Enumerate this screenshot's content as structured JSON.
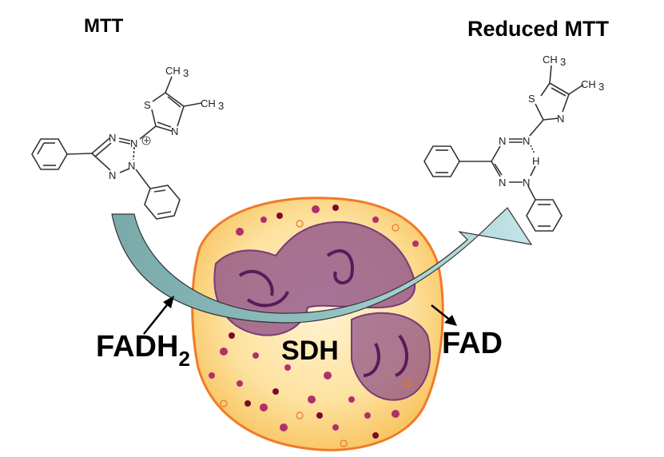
{
  "title_left": "MTT",
  "title_right": "Reduced MTT",
  "labels": {
    "fadh2_main": "FADH",
    "fadh2_sub": "2",
    "sdh": "SDH",
    "fad": "FAD"
  },
  "atoms": {
    "ch3": "CH",
    "sub3": "3",
    "s": "S",
    "n": "N",
    "h": "H",
    "plus": "+"
  },
  "colors": {
    "cell_outline": "#f07a28",
    "cell_fill": "#fbd77a",
    "nucleus": "#8a4a86",
    "arrow": "#9cc7c9"
  }
}
